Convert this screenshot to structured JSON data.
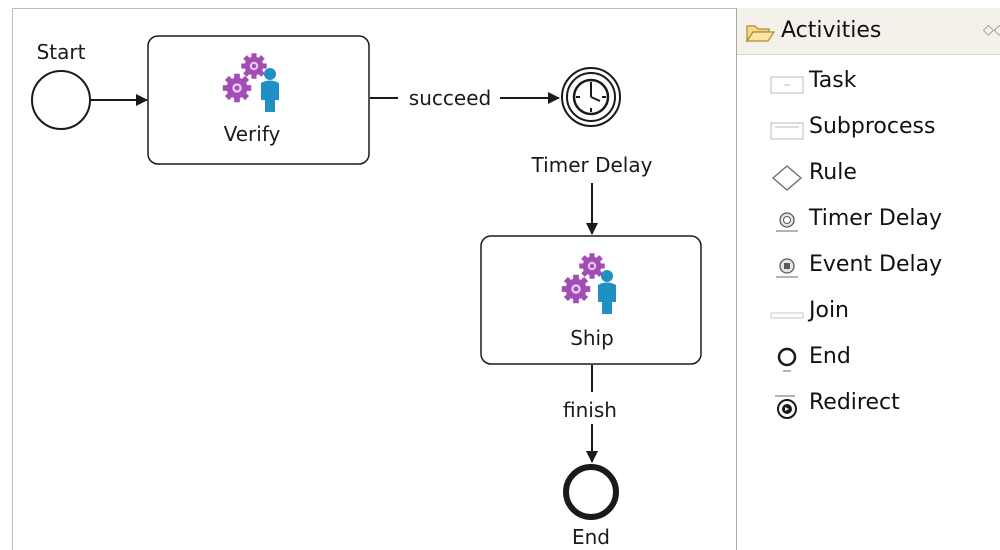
{
  "diagram": {
    "start_label": "Start",
    "verify_label": "Verify",
    "edge_succeed_label": "succeed",
    "timer_label": "Timer Delay",
    "ship_label": "Ship",
    "edge_finish_label": "finish",
    "end_label": "End"
  },
  "palette": {
    "title": "Activities",
    "items": [
      {
        "label": "Task",
        "icon": "task-icon"
      },
      {
        "label": "Subprocess",
        "icon": "subprocess-icon"
      },
      {
        "label": "Rule",
        "icon": "rule-icon"
      },
      {
        "label": "Timer Delay",
        "icon": "timer-delay-icon"
      },
      {
        "label": "Event Delay",
        "icon": "event-delay-icon"
      },
      {
        "label": "Join",
        "icon": "join-icon"
      },
      {
        "label": "End",
        "icon": "end-icon"
      },
      {
        "label": "Redirect",
        "icon": "redirect-icon"
      }
    ]
  },
  "colors": {
    "gear": "#a24db6",
    "person": "#1f8fc4",
    "stroke": "#1a1a1a"
  }
}
